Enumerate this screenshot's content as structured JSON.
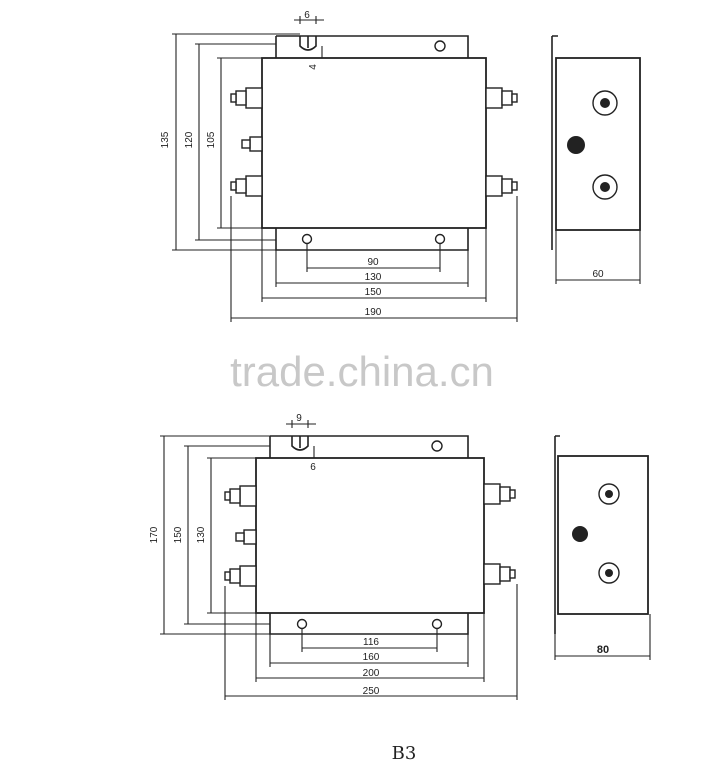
{
  "watermark": "trade.china.cn",
  "caption": "B3",
  "filter_small": {
    "front": {
      "height_outer": "135",
      "height_mid": "120",
      "height_inner": "105",
      "width_holes": "90",
      "width_body": "130",
      "width_plate": "150",
      "width_overall": "190",
      "slot_width": "6",
      "slot_depth": "4"
    },
    "side": {
      "depth": "60"
    }
  },
  "filter_large": {
    "front": {
      "height_outer": "170",
      "height_mid": "150",
      "height_inner": "130",
      "width_holes": "116",
      "width_body": "160",
      "width_plate": "200",
      "width_overall": "250",
      "slot_width": "9",
      "slot_depth": "6"
    },
    "side": {
      "depth": "80"
    }
  }
}
